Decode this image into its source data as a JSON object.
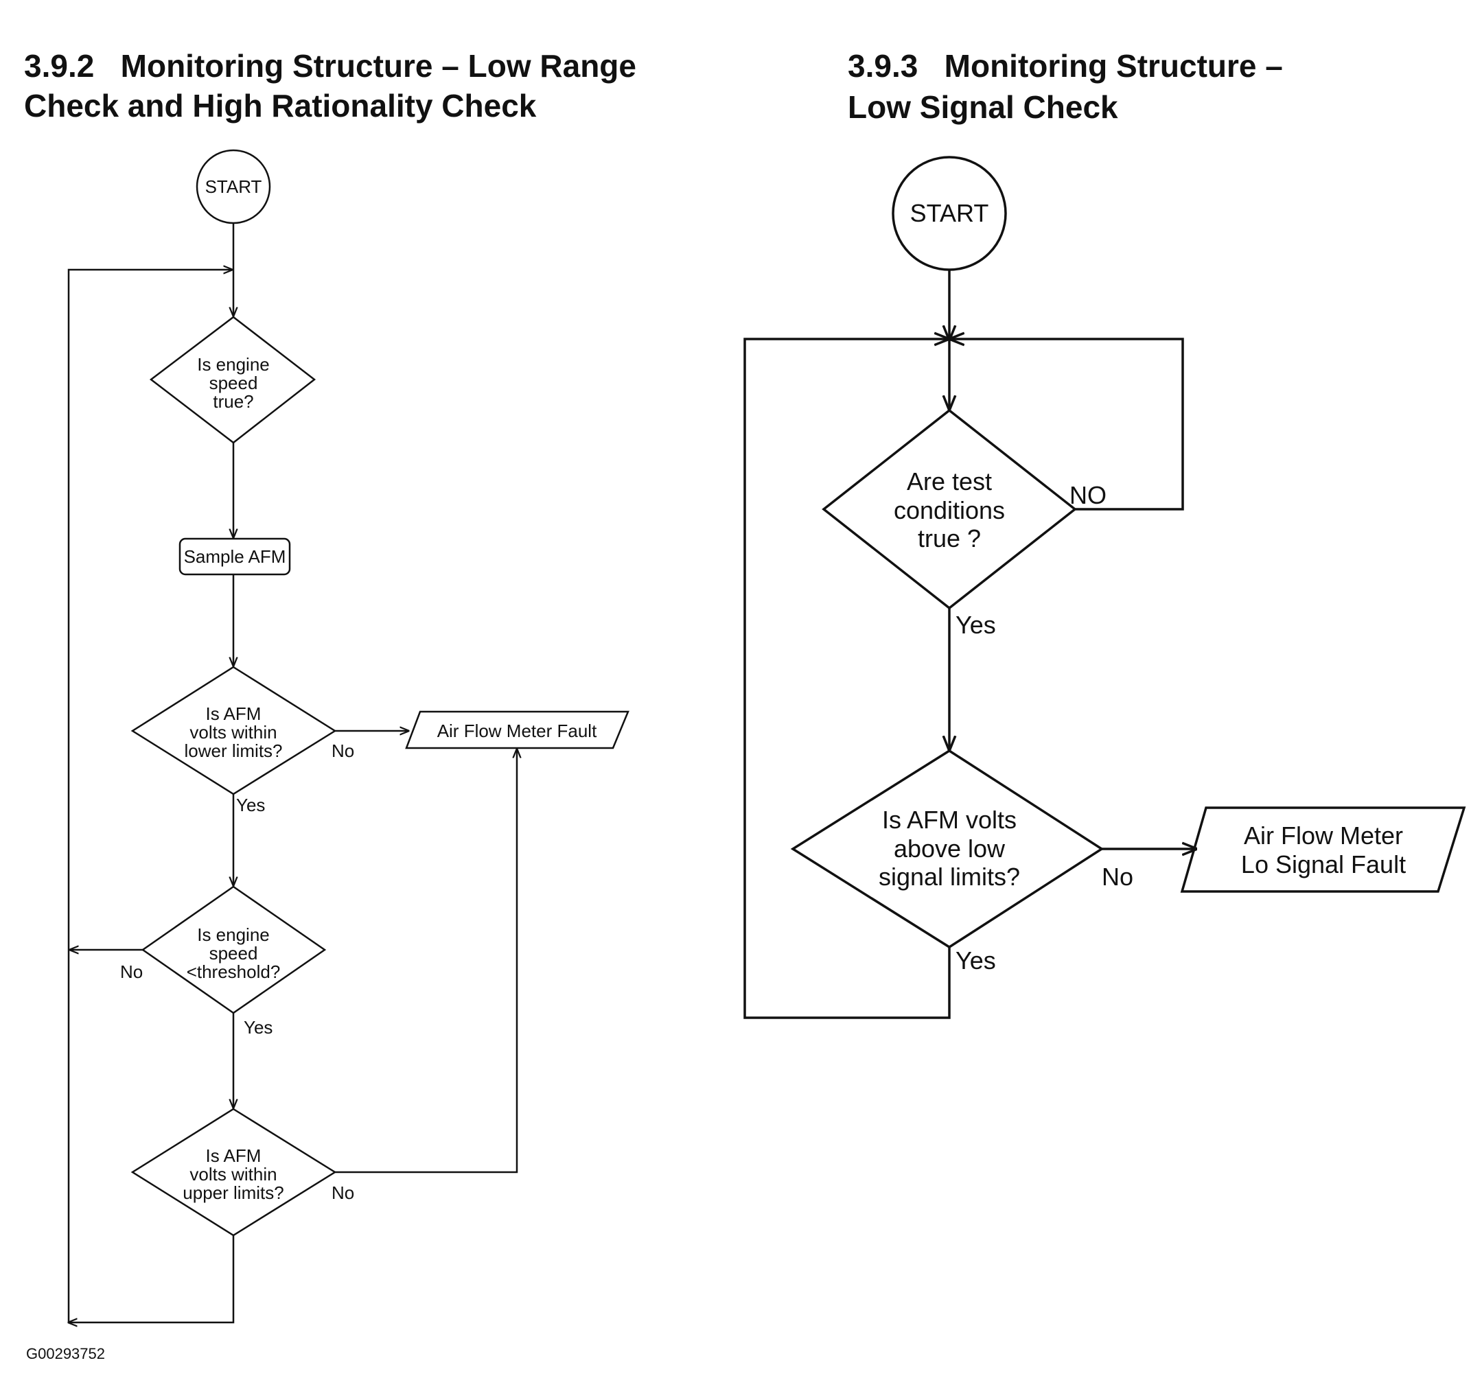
{
  "left": {
    "heading": [
      "3.9.2   Monitoring Structure – Low Range",
      "Check and High Rationality Check"
    ],
    "start": "START",
    "decision_engine_speed": [
      "Is engine",
      "speed",
      "true?"
    ],
    "sample_afm": "Sample AFM",
    "decision_lower_limits": [
      "Is AFM",
      "volts within",
      "lower limits?"
    ],
    "fault": "Air Flow Meter Fault",
    "decision_threshold": [
      "Is engine",
      "speed",
      "<threshold?"
    ],
    "decision_upper_limits": [
      "Is AFM",
      "volts within",
      "upper limits?"
    ],
    "labels": {
      "lower_no": "No",
      "lower_yes": "Yes",
      "threshold_no": "No",
      "threshold_yes": "Yes",
      "upper_no": "No"
    },
    "figure_id": "G00293752"
  },
  "right": {
    "heading": [
      "3.9.3   Monitoring Structure –",
      "Low Signal Check"
    ],
    "start": "START",
    "decision_test_conditions": [
      "Are test",
      "conditions",
      "true ?"
    ],
    "decision_above_low": [
      "Is AFM volts",
      "above low",
      "signal limits?"
    ],
    "fault": [
      "Air Flow Meter",
      "Lo Signal Fault"
    ],
    "labels": {
      "conditions_no": "NO",
      "conditions_yes": "Yes",
      "above_no": "No",
      "above_yes": "Yes"
    }
  }
}
